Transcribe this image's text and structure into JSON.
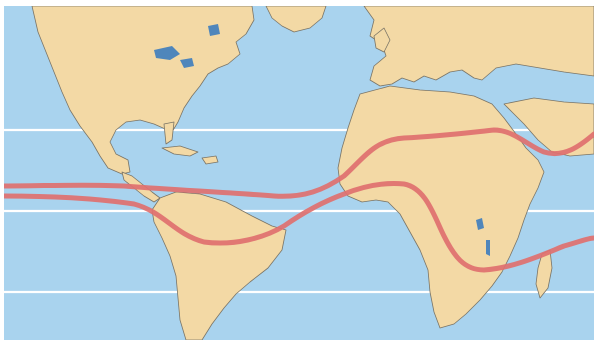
{
  "map": {
    "colors": {
      "ocean": "#a9d3ee",
      "land": "#f3d9a5",
      "coast": "#7a7466",
      "lake": "#4f86bb",
      "latitude_line": "#ffffff",
      "band": "#e0706f"
    },
    "features": [
      "north-america",
      "central-america",
      "south-america",
      "greenland",
      "europe",
      "africa",
      "madagascar",
      "arabia"
    ],
    "latitude_lines": 3,
    "bands": [
      "northern-limit",
      "southern-limit"
    ]
  }
}
